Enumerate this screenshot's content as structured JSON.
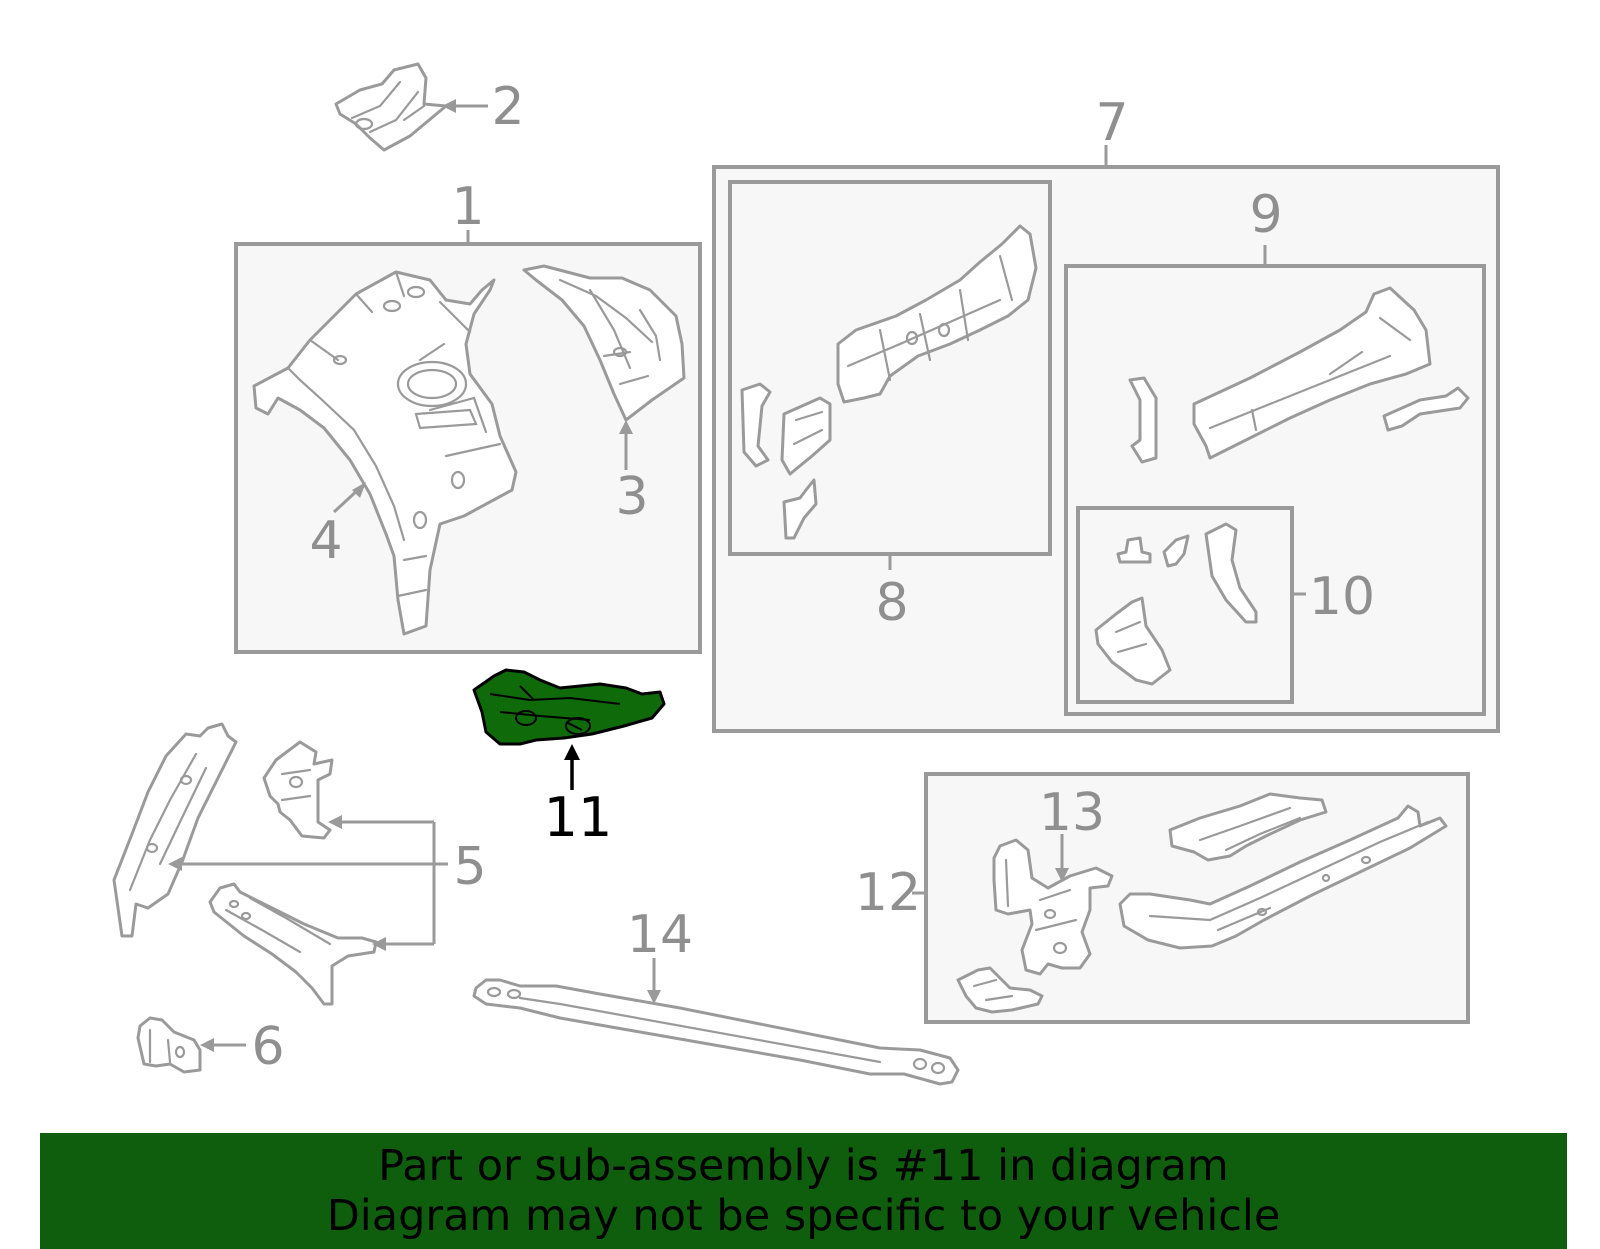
{
  "diagram": {
    "highlighted_part": "11",
    "callouts": {
      "c1": "1",
      "c2": "2",
      "c3": "3",
      "c4": "4",
      "c5": "5",
      "c6": "6",
      "c7": "7",
      "c8": "8",
      "c9": "9",
      "c10": "10",
      "c11": "11",
      "c12": "12",
      "c13": "13",
      "c14": "14"
    },
    "colors": {
      "highlight": "#0f6a0a",
      "banner": "#0f5e0d",
      "line": "#9a9a9a"
    }
  },
  "banner": {
    "line1": "Part or sub-assembly is #11 in diagram",
    "line2": "Diagram may not be specific to your vehicle"
  }
}
